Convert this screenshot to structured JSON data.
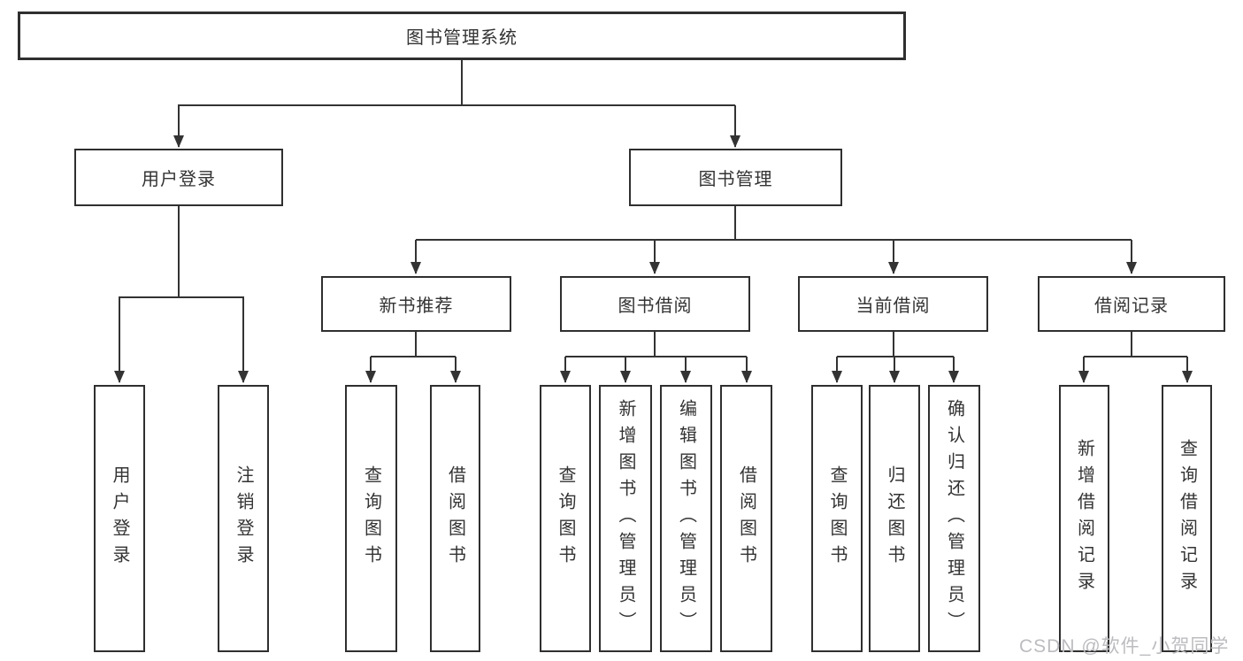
{
  "diagram": {
    "type": "hierarchy-tree",
    "orientation": "top-down",
    "tree": {
      "root": {
        "label": "图书管理系统"
      },
      "branches": [
        {
          "label": "用户登录",
          "children": [
            {
              "label": "用户登录"
            },
            {
              "label": "注销登录"
            }
          ]
        },
        {
          "label": "图书管理",
          "groups": [
            {
              "label": "新书推荐",
              "children": [
                {
                  "label": "查询图书"
                },
                {
                  "label": "借阅图书"
                }
              ]
            },
            {
              "label": "图书借阅",
              "children": [
                {
                  "label": "查询图书"
                },
                {
                  "label": "新增图书（管理员）"
                },
                {
                  "label": "编辑图书（管理员）"
                },
                {
                  "label": "借阅图书"
                }
              ]
            },
            {
              "label": "当前借阅",
              "children": [
                {
                  "label": "查询图书"
                },
                {
                  "label": "归还图书"
                },
                {
                  "label": "确认归还（管理员）"
                }
              ]
            },
            {
              "label": "借阅记录",
              "children": [
                {
                  "label": "新增借阅记录"
                },
                {
                  "label": "查询借阅记录"
                }
              ]
            }
          ]
        }
      ]
    },
    "colors": {
      "line": "#333333",
      "box_border": "#2f2f2f",
      "box_fill": "#ffffff",
      "text": "#333333",
      "watermark": "#bcbcc0",
      "background": "#ffffff"
    }
  },
  "watermark": {
    "text": "CSDN @软件_小贺同学"
  }
}
